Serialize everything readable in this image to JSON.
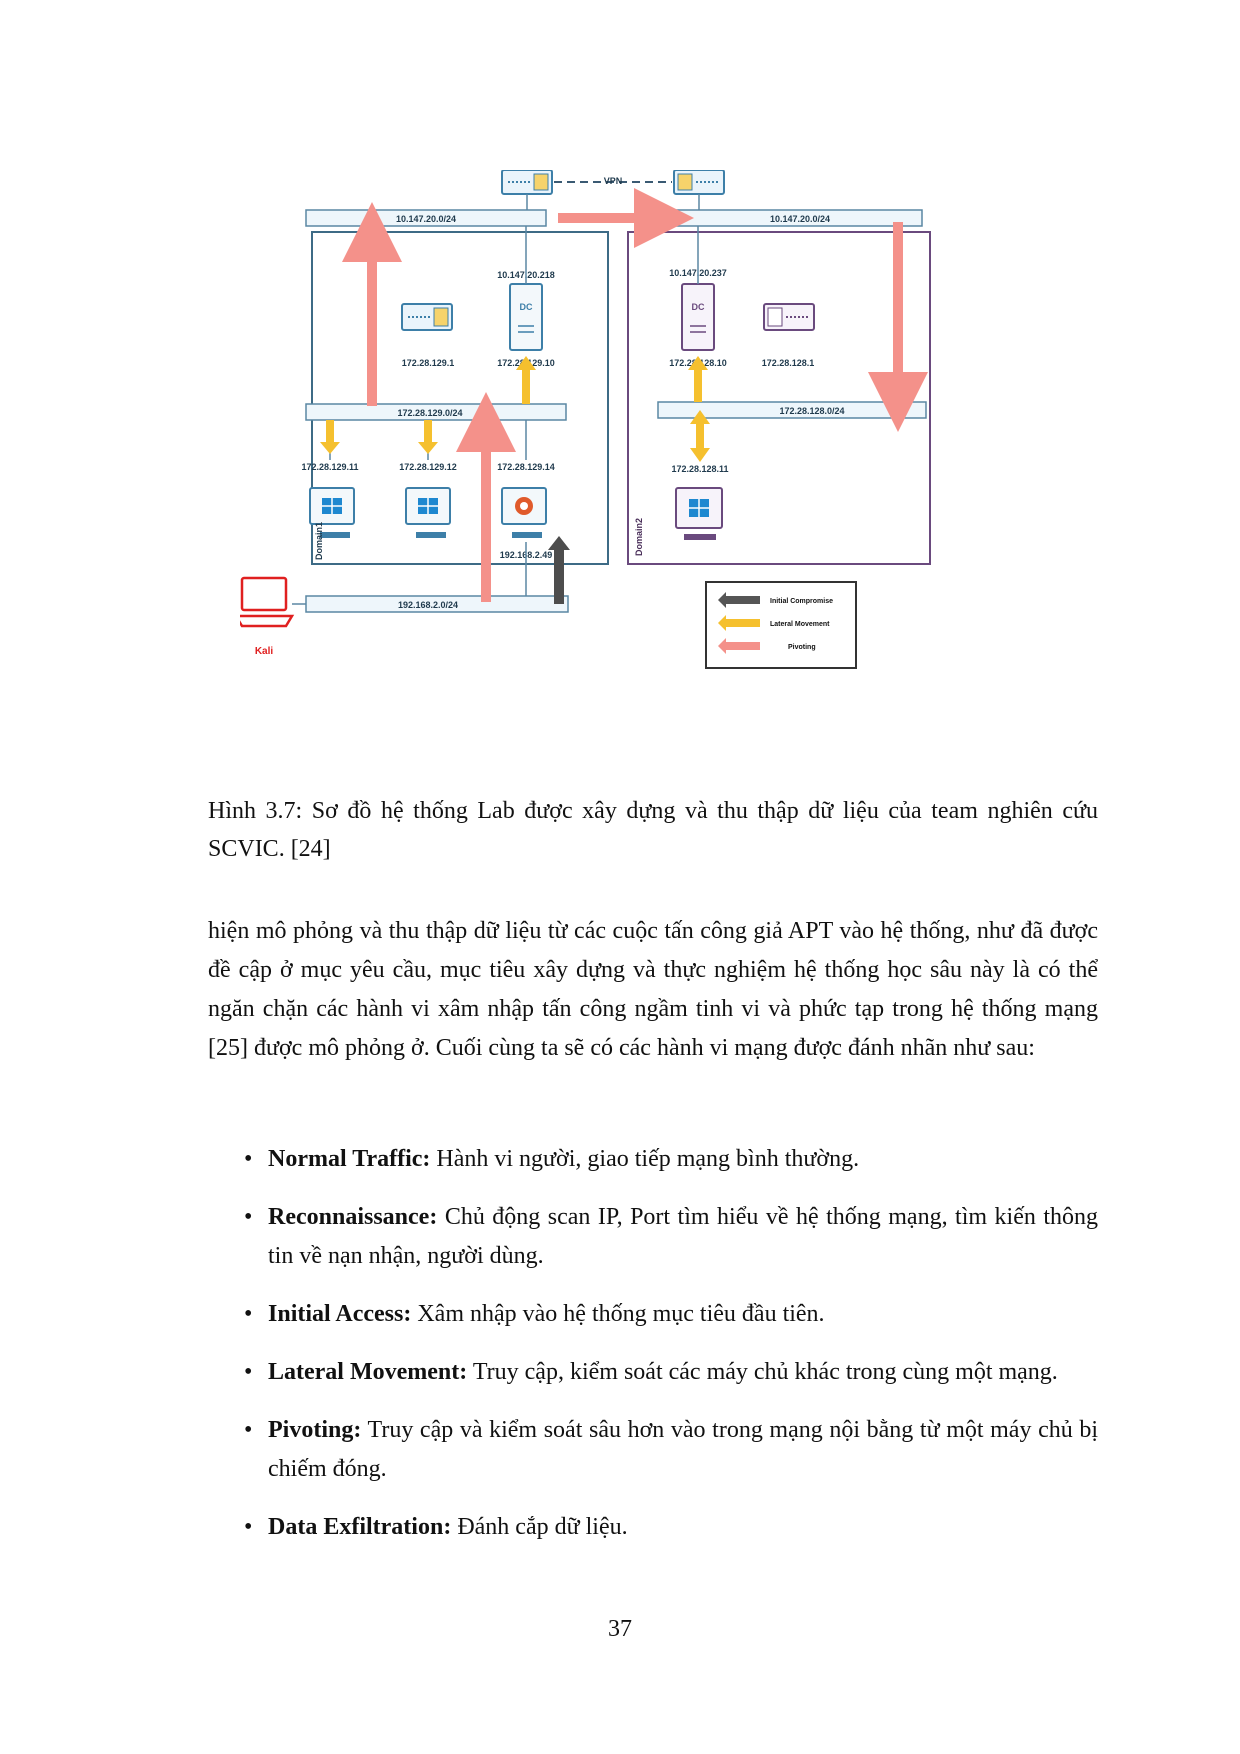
{
  "figure": {
    "vpn_label": "VPN",
    "domain1": {
      "name": "Domain1",
      "wan_subnet": "10.147.20.0/24",
      "dc_public_ip": "10.147.20.218",
      "dc_label": "DC",
      "router_ip": "172.28.129.1",
      "dc_ip": "172.28.129.10",
      "lan_subnet": "172.28.129.0/24",
      "hosts": [
        "172.28.129.11",
        "172.28.129.12",
        "172.28.129.14"
      ],
      "host14_ext_ip": "192.168.2.49",
      "ext_subnet": "192.168.2.0/24"
    },
    "domain2": {
      "name": "Domain2",
      "wan_subnet": "10.147.20.0/24",
      "dc_public_ip": "10.147.20.237",
      "dc_label": "DC",
      "dc_ip": "172.28.128.10",
      "router_ip": "172.28.128.1",
      "lan_subnet": "172.28.128.0/24",
      "host": "172.28.128.11"
    },
    "attacker_label": "Kali",
    "legend": [
      {
        "label": "Initial Compromise",
        "color": "#555555"
      },
      {
        "label": "Lateral Movement",
        "color": "#f5c02e"
      },
      {
        "label": "Pivoting",
        "color": "#f4918a"
      }
    ]
  },
  "caption": "Hình 3.7: Sơ đồ hệ thống Lab được xây dựng và thu thập dữ liệu của team nghiên cứu SCVIC. [24]",
  "paragraph": "hiện mô phỏng và thu thập dữ liệu từ các cuộc tấn công giả APT vào hệ thống, như đã được đề cập ở mục yêu cầu, mục tiêu xây dựng và thực nghiệm hệ thống học sâu này là có thể ngăn chặn các hành vi xâm nhập tấn công ngầm tinh vi và phức tạp trong hệ thống mạng [25] được mô phỏng ở. Cuối cùng ta sẽ có các hành vi mạng được đánh nhãn như sau:",
  "bullets": [
    {
      "term": "Normal Traffic:",
      "text": "Hành vi người, giao tiếp mạng bình thường."
    },
    {
      "term": "Reconnaissance:",
      "text": "Chủ động scan IP, Port tìm hiểu về hệ thống mạng, tìm kiến thông tin về nạn nhận, người dùng."
    },
    {
      "term": "Initial Access:",
      "text": "Xâm nhập vào hệ thống mục tiêu đầu tiên."
    },
    {
      "term": "Lateral Movement:",
      "text": "Truy cập, kiểm soát các máy chủ khác trong cùng một mạng."
    },
    {
      "term": "Pivoting:",
      "text": "Truy cập và kiểm soát sâu hơn vào trong mạng nội bằng từ một máy chủ bị chiếm đóng."
    },
    {
      "term": "Data Exfiltration:",
      "text": "Đánh cắp dữ liệu."
    }
  ],
  "page_number": "37"
}
